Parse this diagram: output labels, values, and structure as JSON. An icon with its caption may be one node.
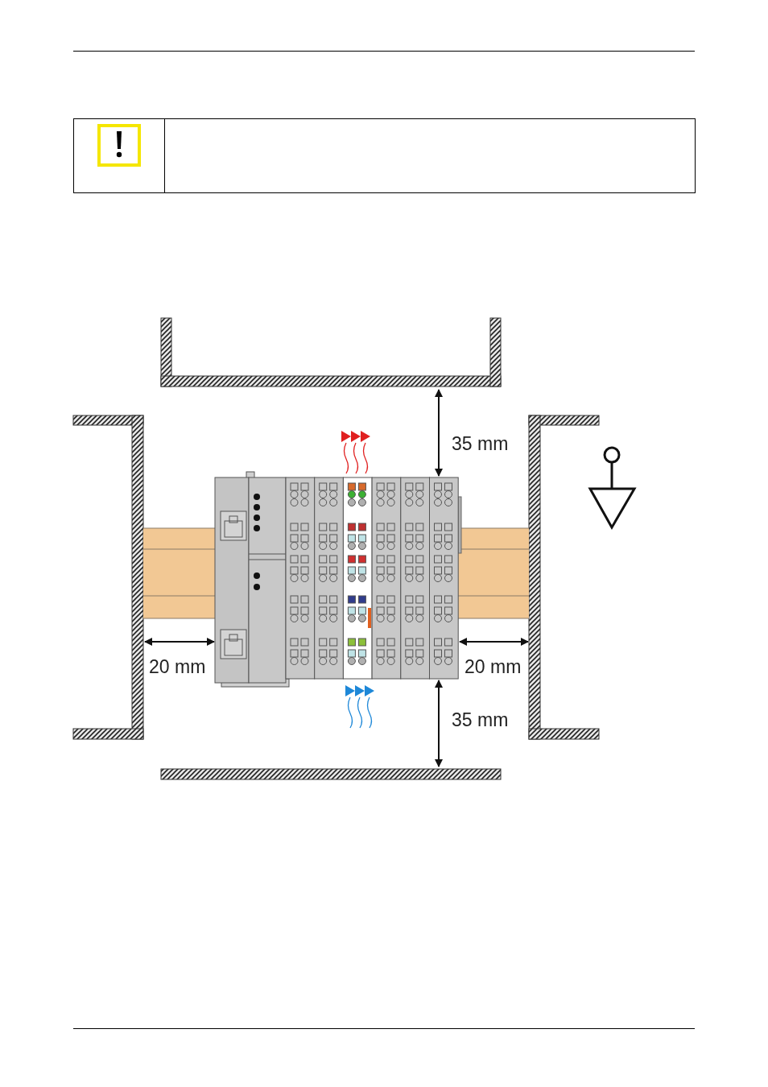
{
  "diagram": {
    "labels": [
      "35 mm",
      "20 mm",
      "20 mm",
      "35 mm"
    ]
  }
}
